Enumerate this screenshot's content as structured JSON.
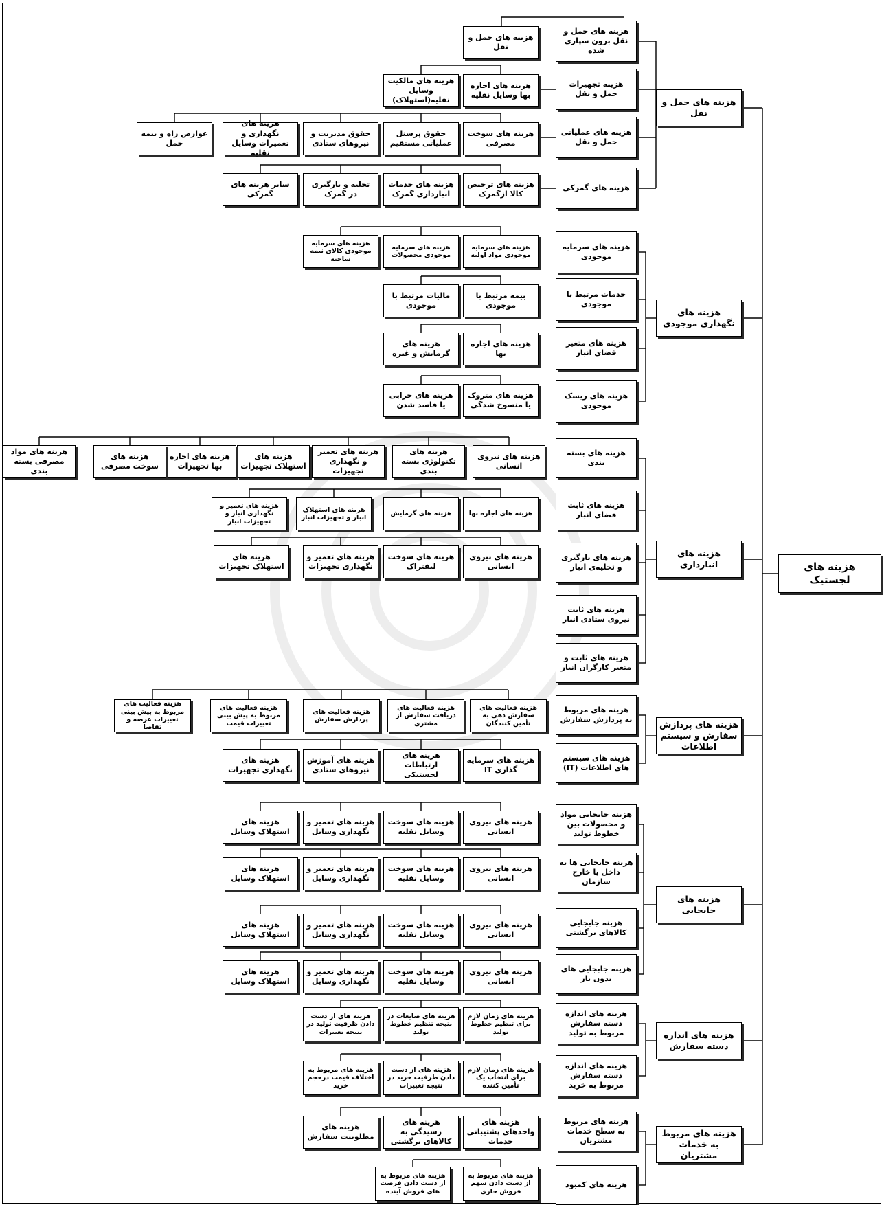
{
  "root": "هزینه های لجستیک",
  "categories": [
    "هزینه های حمل و نقل",
    "هزینه های نگهداری موجودی",
    "هزینه های انبارداری",
    "هزینه های پردازش سفارش و سیستم اطلاعات",
    "هزینه های جابجایی",
    "هزینه های اندازه دسته سفارش",
    "هزینه های مربوط به خدمات مشتریان"
  ],
  "transport": {
    "subs": [
      "هزینه های حمل و نقل برون سپاری شده",
      "هزینه تجهیزات حمل و نقل",
      "هزینه های عملیاتی حمل و نقل",
      "هزینه های گمرکی"
    ],
    "row1": [
      "هزینه های حمل و نقل"
    ],
    "row2": [
      "هزینه های اجاره بها وسایل نقلیه",
      "هزینه های مالکیت وسایل نقلیه(استهلاک)"
    ],
    "row3": [
      "هزینه های سوخت مصرفی",
      "حقوق پرسنل عملیاتی مستقیم",
      "حقوق مدیریت و نیروهای ستادی",
      "هزینه های نگهداری و تعمیرات وسایل نقلیه",
      "عوارض راه و بیمه حمل"
    ],
    "row4": [
      "هزینه های ترخیص کالا ازگمرک",
      "هزینه های خدمات انبارداری گمرک",
      "تخلیه و بارگیری در گمرک",
      "سایر هزینه های گمرکی"
    ]
  },
  "inventory": {
    "subs": [
      "هزینه های سرمایه موجودی",
      "خدمات مرتبط با موجودی",
      "هزینه های متغیر فضای انبار",
      "هزینه های ریسک موجودی"
    ],
    "row1": [
      "هزینه های سرمایه موجودی مواد اولیه",
      "هزینه های سرمایه موجودی محصولات",
      "هزینه های سرمایه موجودی کالای نیمه ساخته"
    ],
    "row2": [
      "بیمه مرتبط با موجودی",
      "مالیات مرتبط با موجودی"
    ],
    "row3": [
      "هزینه های اجاره بها",
      "هزینه های گرمایش و غیره"
    ],
    "row4": [
      "هزینه های متروک یا منسوخ شدگی",
      "هزینه های خرابی یا فاسد شدن"
    ]
  },
  "warehouse": {
    "subs": [
      "هزینه های بسته بندی",
      "هزینه های ثابت فضای انبار",
      "هزینه های بارگیری و تخلیه‌ی انبار",
      "هزینه های ثابت نیروی ستادی انبار",
      "هزینه های ثابت و متغیر کارگران انبار"
    ],
    "row1": [
      "هزینه های نیروی انسانی",
      "هزینه های تکنولوژی بسته بندی",
      "هزینه های تعمیر و نگهداری تجهیزات",
      "هزینه های استهلاک تجهیزات",
      "هزینه های اجاره بها تجهیزات",
      "هزینه های سوخت مصرفی",
      "هزینه های مواد مصرفی بسته بندی"
    ],
    "row2": [
      "هزینه های اجاره بها",
      "هزینه های گرمایش",
      "هزینه های استهلاک انبار و تجهیزات انبار",
      "هزینه های تعمیر و نگهداری انبار و تجهیزات انبار"
    ],
    "row3": [
      "هزینه های نیروی انسانی",
      "هزینه های سوخت لیفتراک",
      "هزینه های تعمیر و نگهداری تجهیزات",
      "هزینه های استهلاک تجهیزات"
    ]
  },
  "order": {
    "subs": [
      "هزینه های مربوط به پردازش سفارش",
      "هزینه های سیستم های اطلاعات (IT)"
    ],
    "row1": [
      "هزینه فعالیت های سفارش دهی به تأمین کنندگان",
      "هزینه فعالیت های دریافت سفارش از مشتری",
      "هزینه فعالیت های پردازش سفارش",
      "هزینه فعالیت های مربوط به پیش بینی تغییرات قیمت",
      "هزینه فعالیت های مربوط به پیش بینی تغییرات عرضه و تقاضا"
    ],
    "row2": [
      "هزینه های سرمایه گذاری IT",
      "هزینه های ارتباطات لجستیکی",
      "هزینه های آموزش نیروهای ستادی",
      "هزینه های نگهداری تجهیزات"
    ]
  },
  "handling": {
    "subs": [
      "هزینه جابجایی مواد و محصولات بین خطوط تولید",
      "هزینه جابجایی ها به داخل یا خارج سازمان",
      "هزینه جابجایی کالاهای برگشتی",
      "هزینه جابجایی های بدون بار"
    ],
    "leaves": [
      "هزینه های نیروی انسانی",
      "هزینه های سوخت وسایل نقلیه",
      "هزینه های تعمیر و نگهداری وسایل",
      "هزینه های استهلاک وسایل"
    ]
  },
  "lot": {
    "subs": [
      "هزینه های اندازه دسته سفارش مربوط به تولید",
      "هزینه های اندازه دسته سفارش مربوط به خرید"
    ],
    "row1": [
      "هزینه های زمان لازم برای تنظیم خطوط تولید",
      "هزینه های ضایعات در نتیجه تنظیم خطوط تولید",
      "هزینه های از دست دادن ظرفیت تولید در نتیجه تغییرات"
    ],
    "row2": [
      "هزینه های زمان لازم برای انتخاب یک تأمین کننده",
      "هزینه های از دست دادن ظرفیت خرید در نتیجه تغییرات",
      "هزینه های مربوط به اختلاف قیمت درحجم خرید"
    ]
  },
  "service": {
    "subs": [
      "هزینه های مربوط به سطح خدمات مشتریان",
      "هزینه های کمبود"
    ],
    "row1": [
      "هزینه های واحدهای پشتیبانی خدمات",
      "هزینه های رسیدگی به کالاهای برگشتی",
      "هزینه های مطلوبیت سفارش"
    ],
    "row2": [
      "هزینه های مربوط به از دست دادن سهم فروش جاری",
      "هزینه های مربوط به از دست دادن فرصت های فروش آینده"
    ]
  }
}
